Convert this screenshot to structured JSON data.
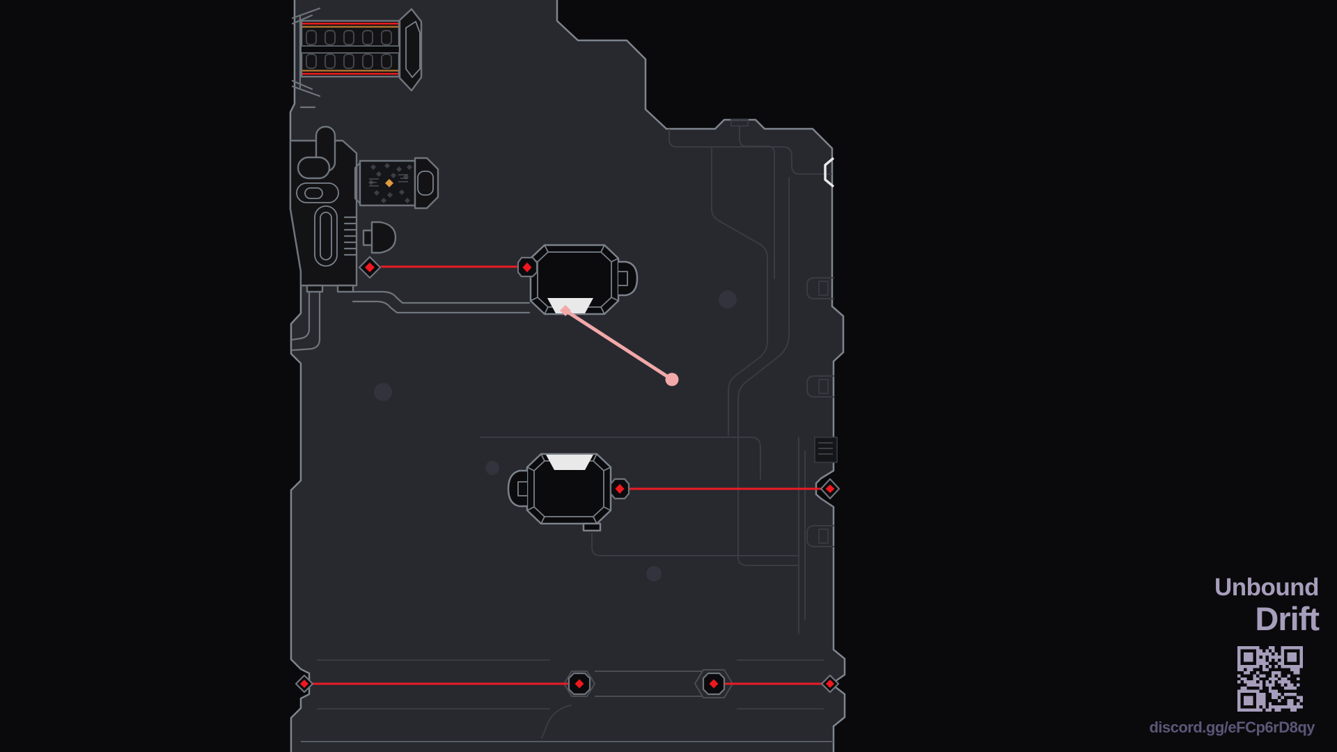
{
  "brand": {
    "title_line1": "Unbound",
    "title_line2": "Drift",
    "discord_url": "discord.gg/eFCp6rD8qy"
  },
  "icons": {
    "qr_code": "qr-code-for-discord-invite"
  },
  "theme": {
    "page-bg": "#0a0a0c",
    "play-bg": "#28292f",
    "wall": "#7e858e",
    "wall-dim": "#565c63",
    "pipe": "#3a3b43",
    "seam-line": "#4a4c54",
    "machine-fill": "#131316",
    "machine-line": "#6f757c",
    "object-fill": "#0b0b0d",
    "object-line": "#7b828b",
    "laser-red": "#ea1c24",
    "node-red": "#f0181f",
    "aim-pink": "#f2a9a9",
    "accent-orange": "#e09a3e",
    "stripe-red": "#f41c1c",
    "stripe-orange": "#bd7b2e",
    "white": "#e9e9ea",
    "brand": "#a79ebc",
    "brand-dim": "#5c5678",
    "slot-line": "#43454b",
    "dot-diamond": "#3d3e46",
    "dash-line": "#4a4b53",
    "blob": "#32333c",
    "grille": "#15161a"
  }
}
